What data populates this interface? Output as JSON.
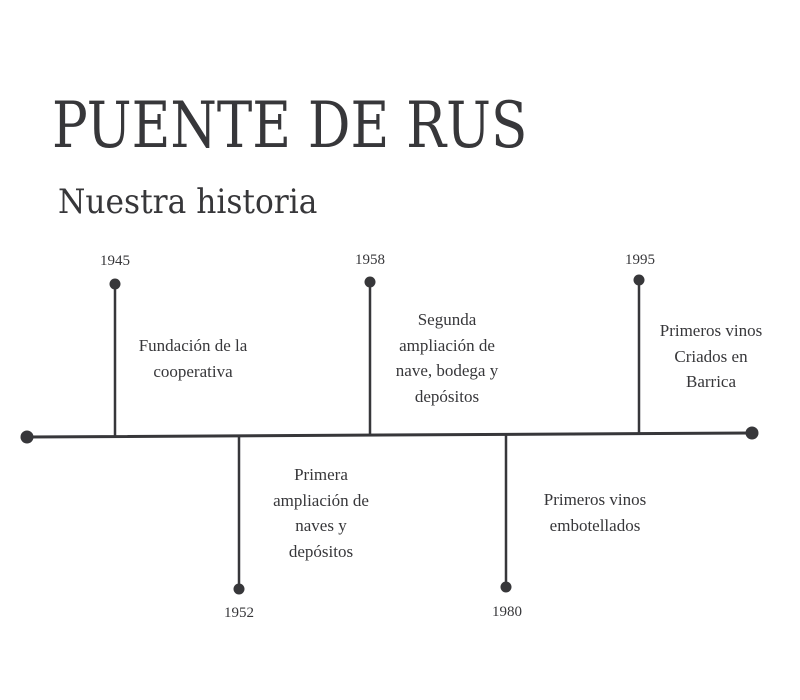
{
  "title": "PUENTE DE RUS",
  "subtitle": "Nuestra historia",
  "events": [
    {
      "year": "1945",
      "text": "Fundación de la\ncooperativa"
    },
    {
      "year": "1952",
      "text": "Primera\nampliación de\nnaves y\ndepósitos"
    },
    {
      "year": "1958",
      "text": "Segunda\nampliación de\nnave, bodega y\ndepósitos"
    },
    {
      "year": "1980",
      "text": "Primeros vinos\nembotellados"
    },
    {
      "year": "1995",
      "text": "Primeros vinos\nCriados en\nBarrica"
    }
  ],
  "colors": {
    "ink": "#37373a",
    "background": "#ffffff"
  }
}
